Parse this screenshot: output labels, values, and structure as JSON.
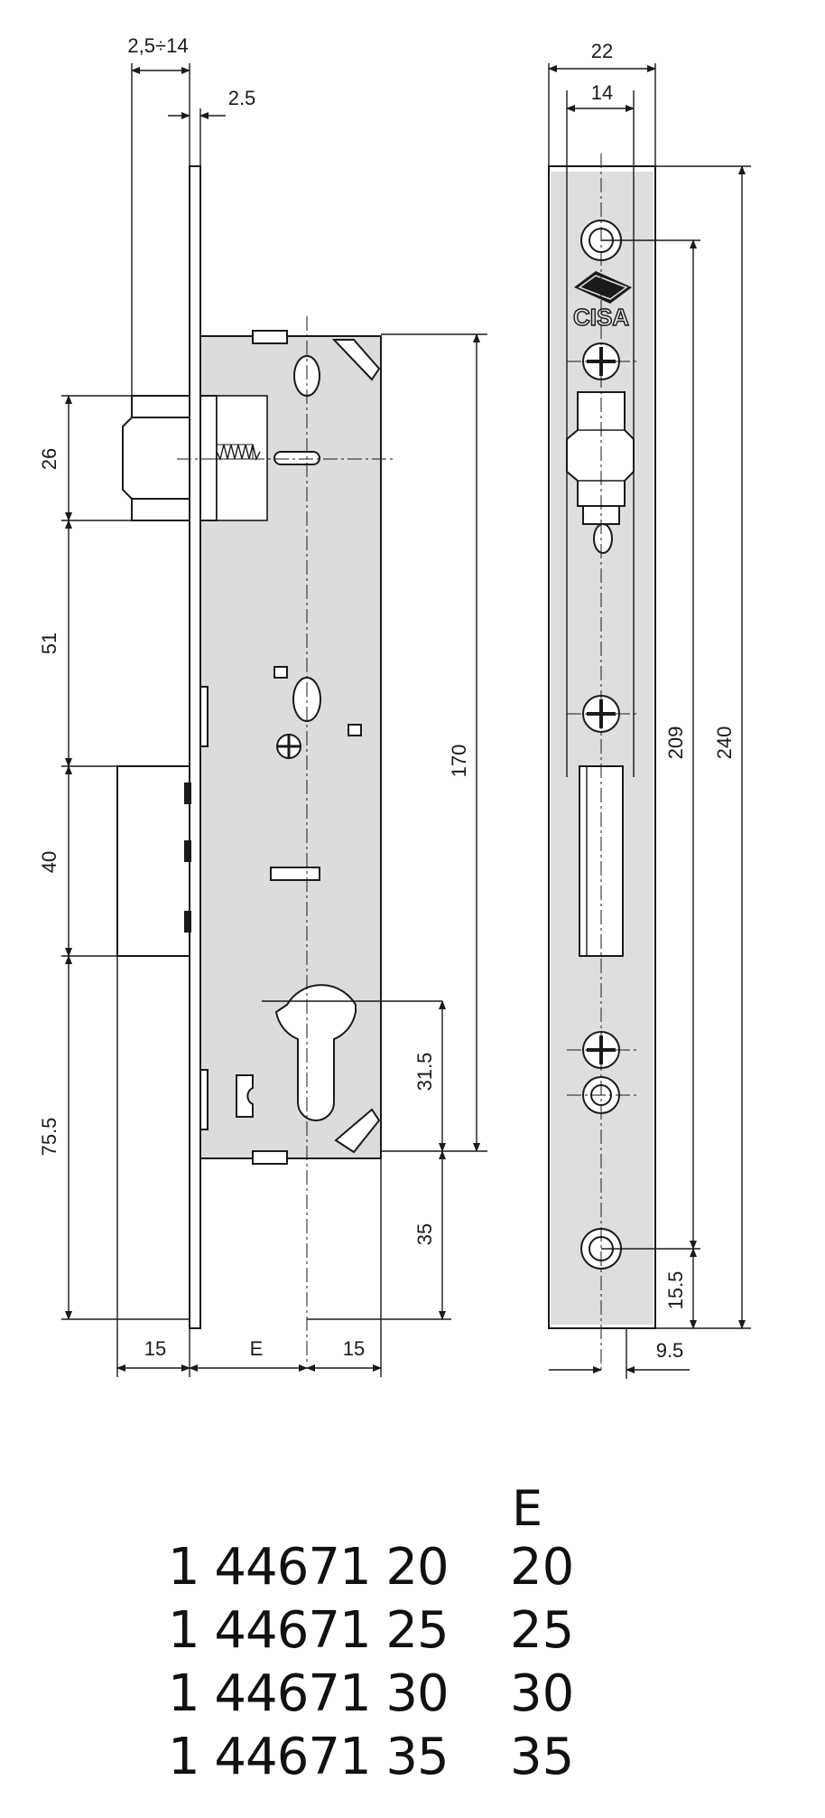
{
  "drawing": {
    "brand": "CISA",
    "dimensions": {
      "backset_range": "2,5÷14",
      "faceplate_thickness": "2.5",
      "bolt_height": "26",
      "spacing_51": "51",
      "latch_height": "40",
      "bottom_75_5": "75.5",
      "case_height": "170",
      "cylinder_31_5": "31.5",
      "bottom_35": "35",
      "bottom_15_left": "15",
      "backset_E": "E",
      "bottom_15_right": "15",
      "front_width_22": "22",
      "front_width_14": "14",
      "hole_spacing_209": "209",
      "total_length_240": "240",
      "bottom_hole_15_5": "15.5",
      "offset_9_5": "9.5"
    }
  },
  "table": {
    "header": "E",
    "rows": [
      {
        "code": "1 44671 20",
        "e": "20"
      },
      {
        "code": "1 44671 25",
        "e": "25"
      },
      {
        "code": "1 44671 30",
        "e": "30"
      },
      {
        "code": "1 44671 35",
        "e": "35"
      }
    ]
  }
}
